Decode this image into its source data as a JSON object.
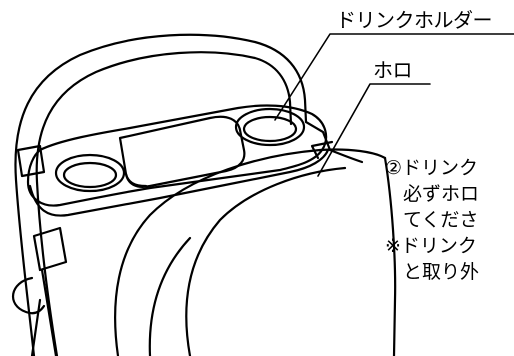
{
  "callouts": {
    "drink_holder": "ドリンクホルダー",
    "hood": "ホロ"
  },
  "instructions": [
    {
      "text": "②ドリンク",
      "indent": false
    },
    {
      "text": "必ずホロ",
      "indent": true
    },
    {
      "text": "てくださ",
      "indent": true
    },
    {
      "text": "※ドリンク",
      "indent": false
    },
    {
      "text": "と取り外",
      "indent": true
    }
  ],
  "colors": {
    "line": "#000000",
    "background": "#ffffff"
  }
}
